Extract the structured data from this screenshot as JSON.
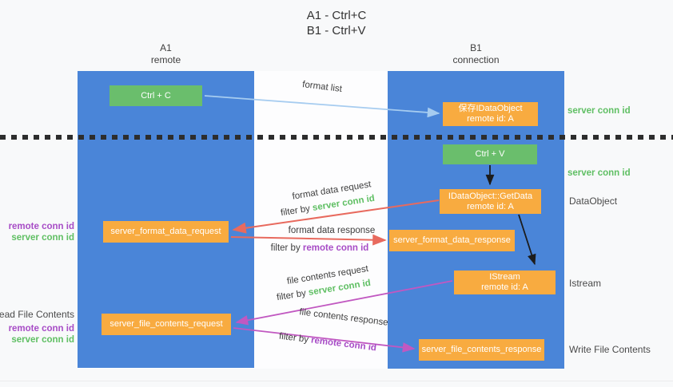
{
  "title": {
    "line1": "A1 - Ctrl+C",
    "line2": "B1 - Ctrl+V"
  },
  "columns": {
    "a1": {
      "name": "A1",
      "subtitle": "remote"
    },
    "b1": {
      "name": "B1",
      "subtitle": "connection"
    }
  },
  "nodes": {
    "ctrl_c": "Ctrl + C",
    "ctrl_v": "Ctrl + V",
    "save_idataobject": {
      "line1": "保存IDataObject",
      "line2": "remote id: A"
    },
    "getdata": {
      "line1": "IDataObject::GetData",
      "line2": "remote id: A"
    },
    "istream": {
      "line1": "IStream",
      "line2": "remote id: A"
    },
    "server_format_data_request": "server_format_data_request",
    "server_format_data_response": "server_format_data_response",
    "server_file_contents_request": "server_file_contents_request",
    "server_file_contents_response": "server_file_contents_response"
  },
  "edge_labels": {
    "format_list": "format list",
    "format_data_request": "format data request",
    "format_data_response": "format data response",
    "file_contents_request": "file contents request",
    "file_contents_response": "file contents response",
    "filter_by": "filter by ",
    "server_conn_id": "server conn id",
    "remote_conn_id": "remote conn id"
  },
  "side_labels": {
    "server_conn_id": "server conn id",
    "remote_conn_id": "remote conn id",
    "dataobject": "DataObject",
    "istream": "Istream",
    "read_file_contents": "Read File Contents",
    "write_file_contents": "Write File Contents"
  },
  "colors": {
    "column_blue": "#4a85d8",
    "box_green": "#6abe6c",
    "box_orange": "#f8ab40",
    "arrow_blue": "#a6ccf0",
    "arrow_red": "#e86a5e",
    "arrow_magenta": "#c158c1",
    "arrow_black": "#1c1c1c",
    "text_green": "#5fbf63",
    "text_purple": "#a74cc6",
    "divider_dark": "#2d2d2d"
  }
}
